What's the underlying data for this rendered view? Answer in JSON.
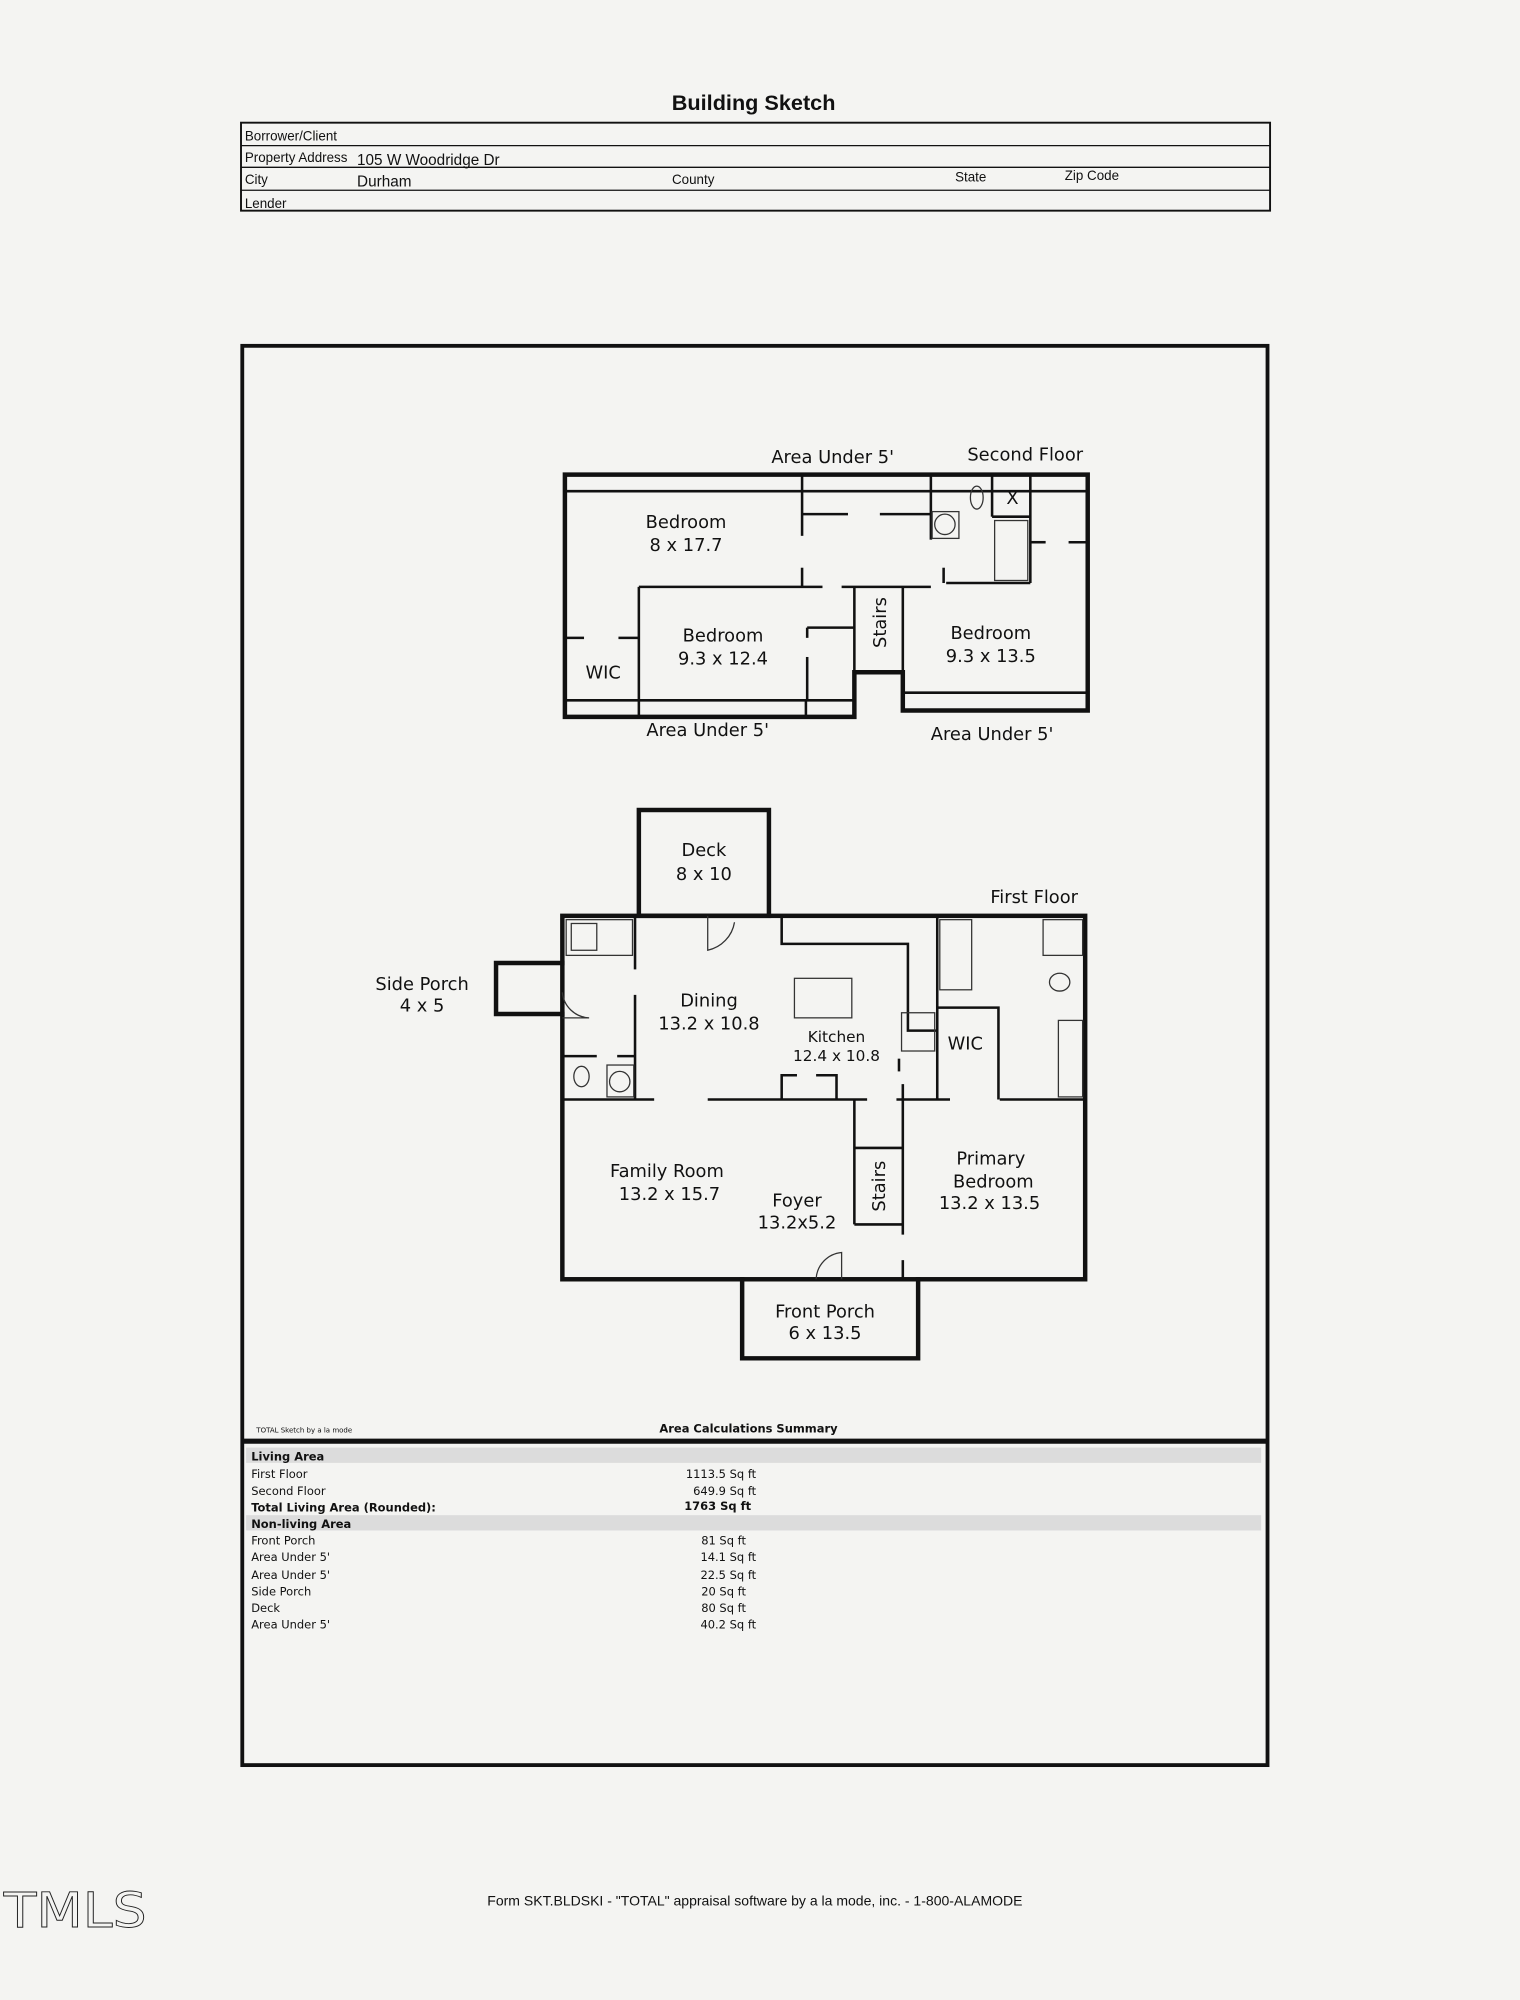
{
  "header": {
    "title": "Building Sketch",
    "borrower_label": "Borrower/Client",
    "property_address_label": "Property Address",
    "property_address": "105 W Woodridge Dr",
    "city_label": "City",
    "city": "Durham",
    "county_label": "County",
    "state_label": "State",
    "zip_label": "Zip Code",
    "lender_label": "Lender"
  },
  "second_floor": {
    "label": "Second Floor",
    "area_under_top": "Area Under 5'",
    "area_under_bottom_left": "Area Under 5'",
    "area_under_bottom_right": "Area Under 5'",
    "bedroom1": {
      "name": "Bedroom",
      "dims": "8 x 17.7"
    },
    "bedroom2": {
      "name": "Bedroom",
      "dims": "9.3 x 12.4"
    },
    "bedroom3": {
      "name": "Bedroom",
      "dims": "9.3 x 13.5"
    },
    "wic": "WIC",
    "stairs": "Stairs",
    "closet_mark": "X"
  },
  "first_floor": {
    "label": "First Floor",
    "deck": {
      "name": "Deck",
      "dims": "8 x 10"
    },
    "side_porch": {
      "name": "Side Porch",
      "dims": "4 x 5"
    },
    "dining": {
      "name": "Dining",
      "dims": "13.2 x 10.8"
    },
    "kitchen": {
      "name": "Kitchen",
      "dims": "12.4 x 10.8"
    },
    "wic": "WIC",
    "family_room": {
      "name": "Family Room",
      "dims": "13.2 x 15.7"
    },
    "foyer": {
      "name": "Foyer",
      "dims": "13.2x5.2"
    },
    "stairs": "Stairs",
    "primary_bedroom": {
      "name_line1": "Primary",
      "name_line2": "Bedroom",
      "dims": "13.2 x 13.5"
    },
    "front_porch": {
      "name": "Front Porch",
      "dims": "6 x 13.5"
    }
  },
  "summary": {
    "credit": "TOTAL Sketch by a la mode",
    "title": "Area Calculations Summary",
    "living_header": "Living Area",
    "living": [
      {
        "label": "First Floor",
        "value": "1113.5 Sq ft"
      },
      {
        "label": "Second Floor",
        "value": "649.9 Sq ft"
      }
    ],
    "total": {
      "label": "Total Living Area (Rounded):",
      "value": "1763 Sq ft"
    },
    "nonliving_header": "Non-living Area",
    "nonliving": [
      {
        "label": "Front Porch",
        "value": "81 Sq ft"
      },
      {
        "label": "Area Under 5'",
        "value": "14.1 Sq ft"
      },
      {
        "label": "Area Under 5'",
        "value": "22.5 Sq ft"
      },
      {
        "label": "Side Porch",
        "value": "20 Sq ft"
      },
      {
        "label": "Deck",
        "value": "80 Sq ft"
      },
      {
        "label": "Area Under 5'",
        "value": "40.2 Sq ft"
      }
    ]
  },
  "footer": {
    "form_text": "Form SKT.BLDSKI - \"TOTAL\" appraisal software by a la mode, inc. - 1-800-ALAMODE",
    "logo": "TMLS"
  }
}
